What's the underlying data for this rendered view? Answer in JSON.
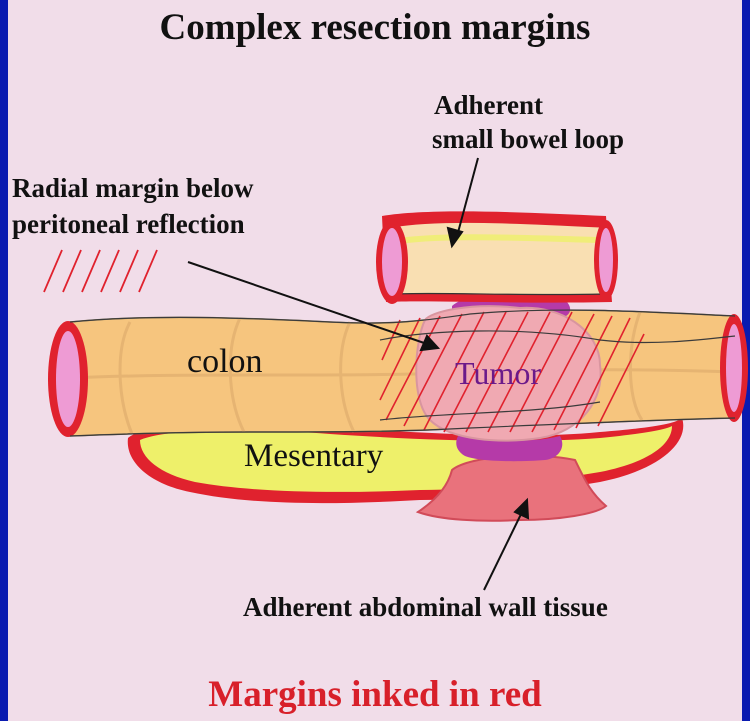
{
  "title": "Complex resection margins",
  "labels": {
    "adherent_bowel_line1": "Adherent",
    "adherent_bowel_line2": "small bowel loop",
    "radial_line1": "Radial margin below",
    "radial_line2": "peritoneal reflection",
    "colon": "colon",
    "tumor": "Tumor",
    "mesentary": "Mesentary",
    "abdominal_wall": "Adherent abdominal wall tissue"
  },
  "footer": "Margins inked in red",
  "colors": {
    "background": "#0a1bb0",
    "panel": "#f1dde9",
    "colon": "#f6c57e",
    "mesentary": "#eef06a",
    "tumor": "#f0a9b2",
    "tumor_purple": "#b53aa8",
    "margin_ink": "#e0222e",
    "small_bowel": "#f9dfb2",
    "lumen": "#ee9bd4",
    "abdominal_tissue": "#e9727c"
  }
}
